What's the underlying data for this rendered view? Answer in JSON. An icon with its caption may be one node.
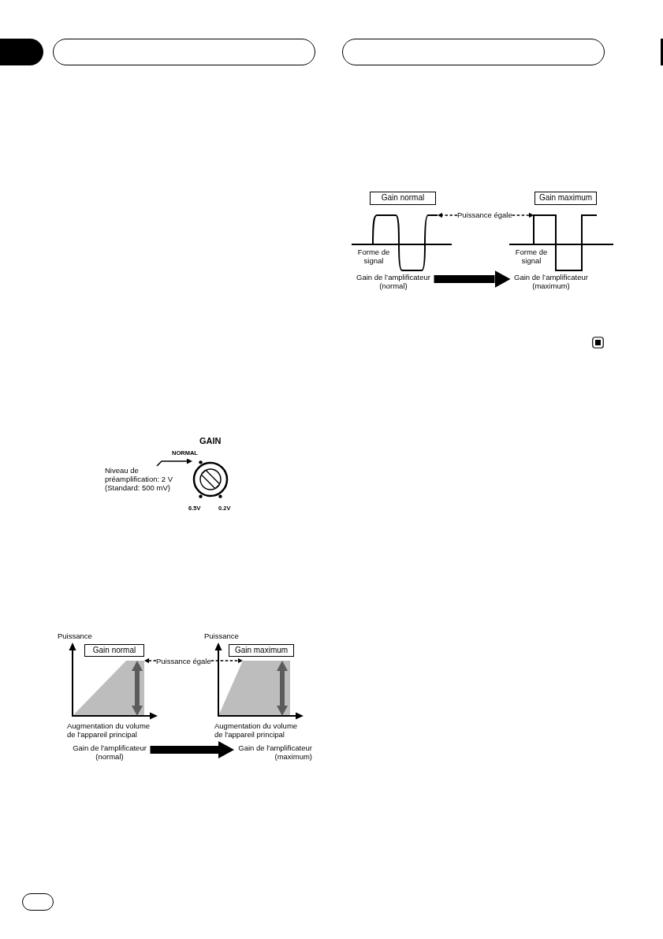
{
  "diagram": {
    "nodes": [
      {
        "text": [
          "Niveau de préamplification: 2 V (Standard: 500 mV)"
        ]
      },
      {
        "text": [],
        "shape": "circle",
        "beside": [
          "GAIN"
        ]
      },
      {
        "text": [
          "Gain normal"
        ]
      },
      {
        "text": [
          "Puissance égale"
        ]
      },
      {
        "text": [
          "Gain maximum"
        ]
      },
      {
        "text": [],
        "shape": "picture"
      },
      {
        "text": [],
        "shape": "picture"
      },
      {
        "text": [
          "Gain de l'amplificateur (normal)"
        ]
      },
      {
        "text": [
          "Gain de l'amplificateur (maximum)"
        ]
      },
      {
        "text": [
          "Gain normal"
        ]
      },
      {
        "text": [
          "Puissance égale"
        ]
      },
      {
        "text": [
          "Gain maximum"
        ]
      },
      {
        "text": [],
        "shape": "picture"
      },
      {
        "text": [],
        "shape": "picture"
      },
      {
        "text": [
          "Gain de l’amplificateur (normal)"
        ]
      },
      {
        "text": [
          "Gain de l’amplificateur (maximum)"
        ]
      }
    ],
    "edges": [
      {
        "from": 0,
        "to": 1,
        "arrow": "to"
      },
      {
        "from": 3,
        "to": 5,
        "arrow": "to",
        "style": "dashed"
      },
      {
        "from": 3,
        "to": 6,
        "arrow": "to",
        "style": "dashed"
      },
      {
        "from": 7,
        "to": 8,
        "arrow": "to",
        "style": "thick"
      },
      {
        "from": 10,
        "to": 12,
        "arrow": "to",
        "style": "dashed"
      },
      {
        "from": 10,
        "to": 13,
        "arrow": "to",
        "style": "dashed"
      },
      {
        "from": 14,
        "to": 15,
        "arrow": "to",
        "style": "thick"
      }
    ],
    "labels": [
      "NORMAL",
      "6.5V",
      "0.2V",
      "Puissance",
      "Puissance",
      "Augmentation du volume de l'appareil principal",
      "Augmentation du volume de l'appareil principal",
      "Forme de signal",
      "Forme de signal"
    ]
  }
}
